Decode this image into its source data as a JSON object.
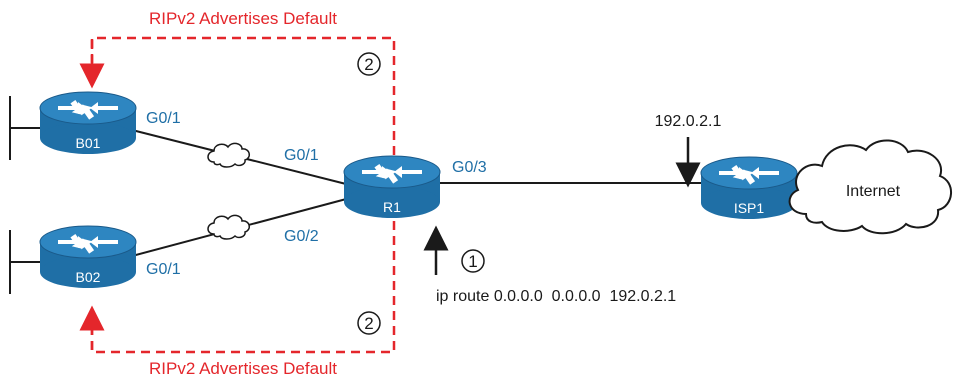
{
  "routers": {
    "b01": {
      "name": "B01",
      "interface": "G0/1"
    },
    "b02": {
      "name": "B02",
      "interface": "G0/1"
    },
    "r1": {
      "name": "R1",
      "interface_to_b01": "G0/1",
      "interface_to_b02": "G0/2",
      "interface_to_isp": "G0/3"
    },
    "isp1": {
      "name": "ISP1"
    }
  },
  "cloud": {
    "label": "Internet"
  },
  "annotations": {
    "advert_top": "RIPv2 Advertises Default",
    "advert_bottom": "RIPv2 Advertises Default",
    "step_two_top": "2",
    "step_two_bottom": "2",
    "step_one": "1",
    "isp_address": "192.0.2.1",
    "static_route": "ip route 0.0.0.0  0.0.0.0  192.0.2.1"
  },
  "colors": {
    "advertisement": "#e4262b",
    "interface_label": "#1f6fa6",
    "router_fill": "#1f6fa6",
    "router_top": "#2e86c1"
  },
  "icons": [
    "router-icon",
    "cloud-icon",
    "wan-cloud-icon",
    "arrow-down-icon",
    "arrow-up-icon"
  ]
}
